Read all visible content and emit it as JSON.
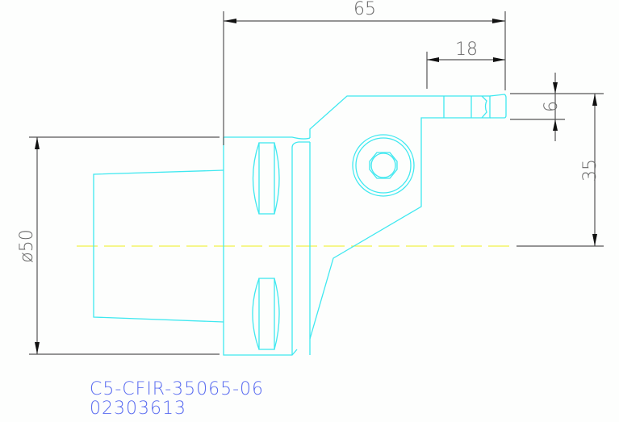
{
  "drawing": {
    "type": "Technical drawing - tool holder (side view)",
    "colors": {
      "geometry": "#3fe8f0",
      "dimension": "#555555",
      "centerline": "#f2f24a",
      "label": "#5a6cf0",
      "background": "#fdfefd"
    },
    "dimensions": {
      "overall_length": "65",
      "insert_length": "18",
      "insert_height": "6",
      "center_height": "35",
      "diameter": "ø50"
    },
    "part_code": "C5-CFIR-35065-06",
    "part_number": "02303613"
  }
}
